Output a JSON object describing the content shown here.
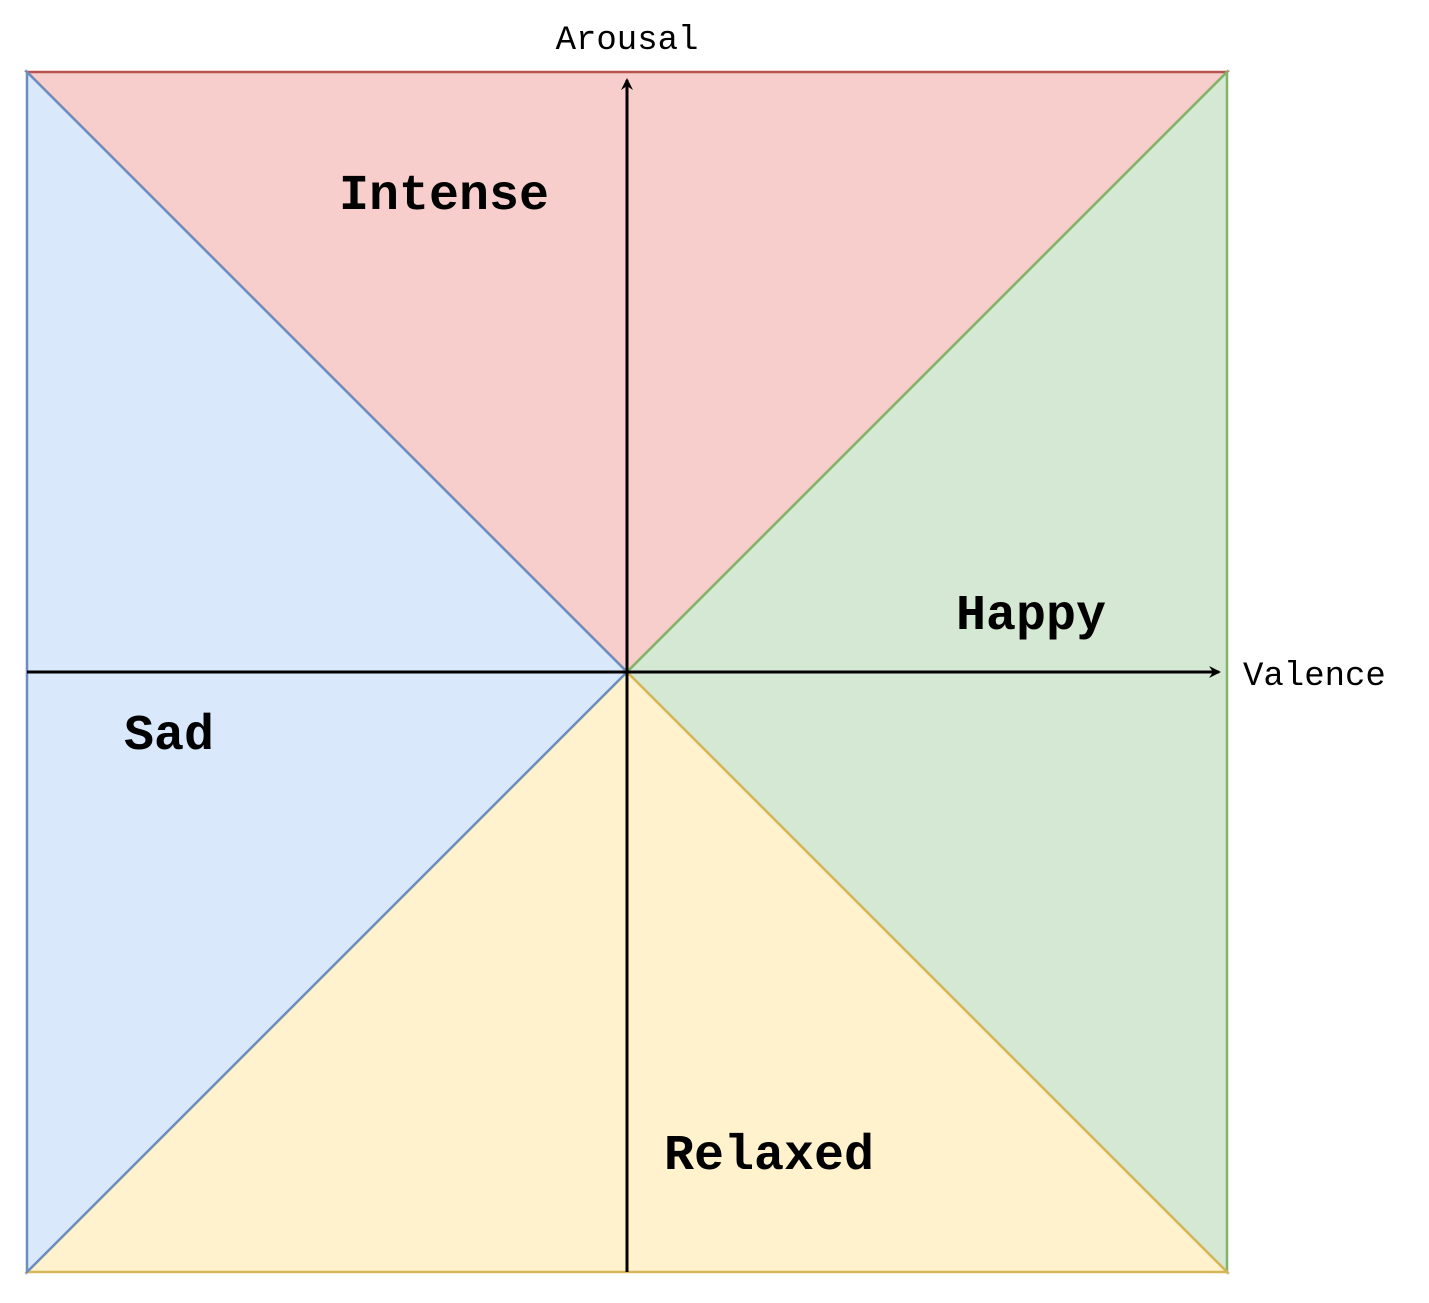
{
  "axes": {
    "y_label": "Arousal",
    "x_label": "Valence"
  },
  "regions": {
    "top": {
      "label": "Intense",
      "fill": "#f8cecc",
      "stroke": "#b85450"
    },
    "right": {
      "label": "Happy",
      "fill": "#d5e8d4",
      "stroke": "#82b366"
    },
    "left": {
      "label": "Sad",
      "fill": "#dae8fc",
      "stroke": "#6c8ebf"
    },
    "bottom": {
      "label": "Relaxed",
      "fill": "#fff2cc",
      "stroke": "#d6b656"
    }
  },
  "axis_color": "#000000"
}
